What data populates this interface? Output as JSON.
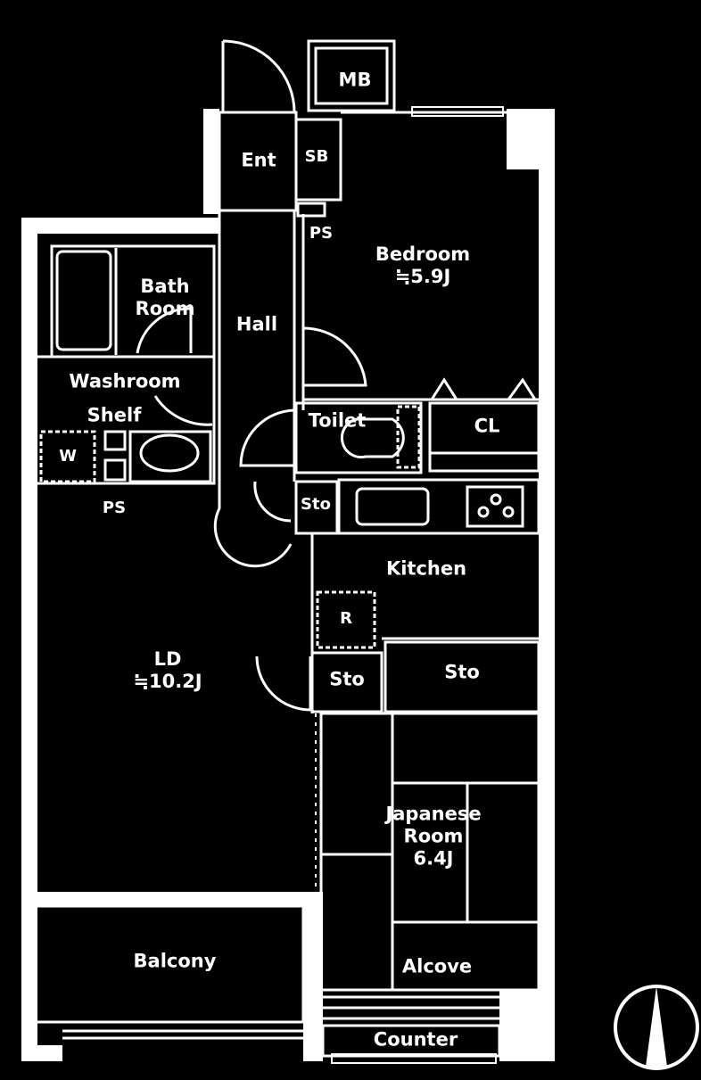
{
  "rooms": {
    "mb": "MB",
    "ent": "Ent",
    "sb": "SB",
    "ps_top": "PS",
    "bedroom": {
      "name": "Bedroom",
      "area": "≒5.9J"
    },
    "bath": "Bath\nRoom",
    "hall": "Hall",
    "washroom": "Washroom",
    "shelf": "Shelf",
    "w": "W",
    "ps_left": "PS",
    "toilet": "Toilet",
    "cl": "CL",
    "sto_small": "Sto",
    "kitchen": "Kitchen",
    "r": "R",
    "ld": {
      "name": "LD",
      "area": "≒10.2J"
    },
    "sto_mid": "Sto",
    "sto_right": "Sto",
    "japanese": {
      "name": "Japanese\nRoom",
      "area": "6.4J"
    },
    "balcony": "Balcony",
    "alcove": "Alcove",
    "counter": "Counter"
  },
  "colors": {
    "background": "#000000",
    "walls": "#ffffff",
    "lines": "#ffffff"
  },
  "icons": {
    "compass": "north-compass-icon"
  }
}
